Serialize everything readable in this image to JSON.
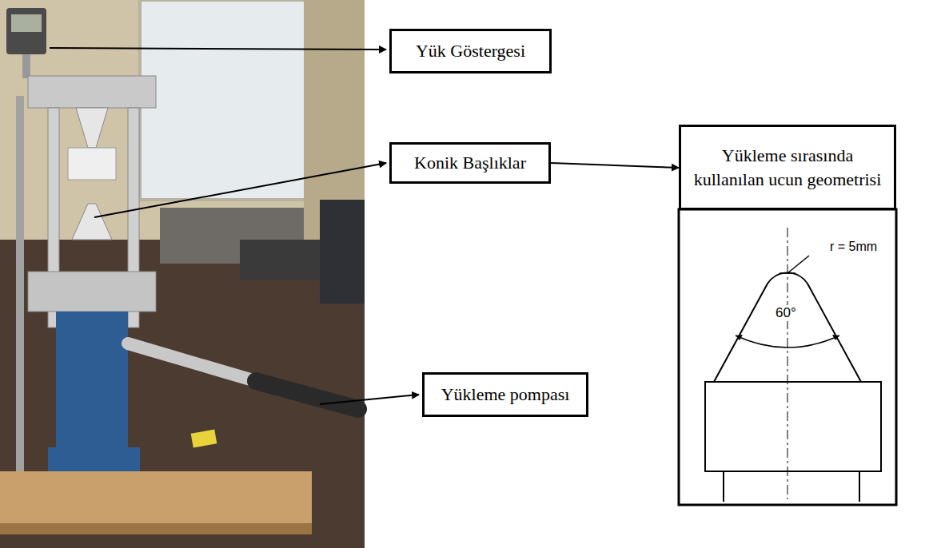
{
  "diagram": {
    "nodes": [
      {
        "text": [
          "Yük Göstergesi"
        ]
      },
      {
        "text": [
          "Yükleme sırasında kullanılan ucun geometrisi"
        ]
      },
      {
        "text": [
          "Konik Başlıklar"
        ]
      },
      {
        "text": [
          "Yükleme pompası"
        ]
      }
    ],
    "edges": [
      {
        "from": 2,
        "to": 1,
        "arrow": "to"
      }
    ],
    "labels": [
      "r = 5mm",
      "60°"
    ]
  }
}
